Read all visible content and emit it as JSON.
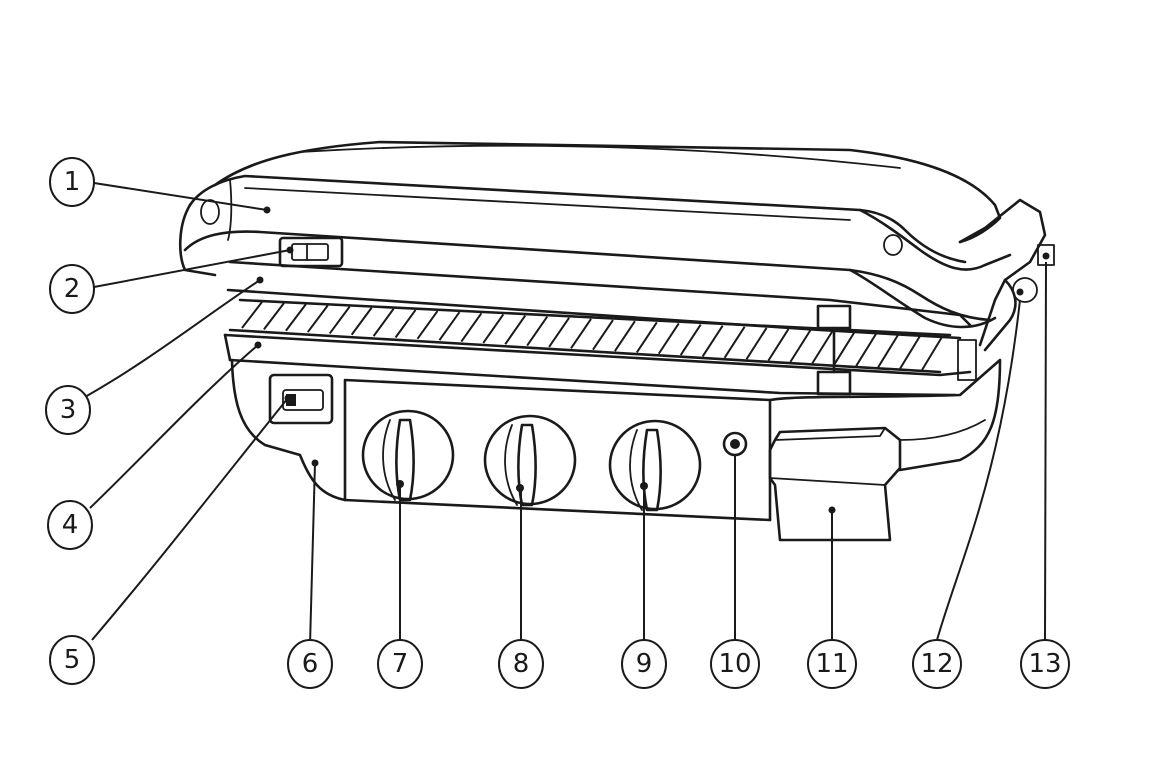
{
  "callouts": [
    {
      "label": "1"
    },
    {
      "label": "2"
    },
    {
      "label": "3"
    },
    {
      "label": "4"
    },
    {
      "label": "5"
    },
    {
      "label": "6"
    },
    {
      "label": "7"
    },
    {
      "label": "8"
    },
    {
      "label": "9"
    },
    {
      "label": "10"
    },
    {
      "label": "11"
    },
    {
      "label": "12"
    },
    {
      "label": "13"
    }
  ],
  "colors": {
    "line": "#1a1a1a",
    "background": "#ffffff"
  }
}
